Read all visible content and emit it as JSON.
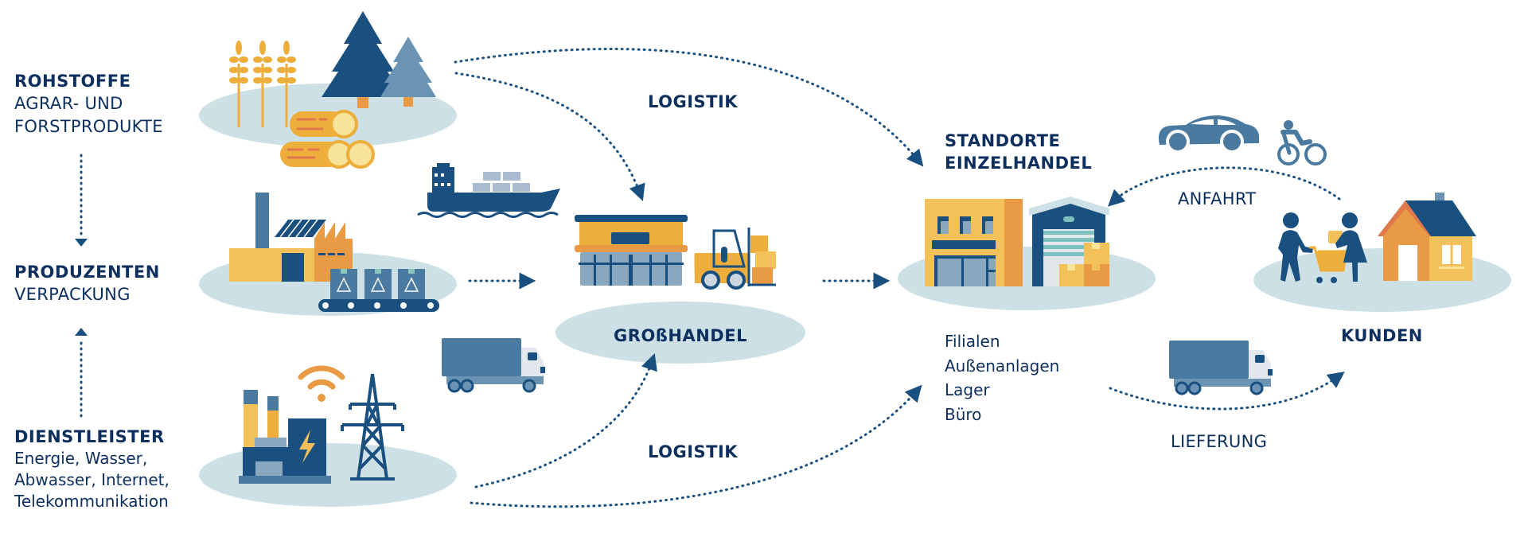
{
  "colors": {
    "navy": "#1a5080",
    "text": "#0d2f5e",
    "steel": "#4a7aa0",
    "light_steel": "#89a8c0",
    "ground": "#cde0e6",
    "yellow": "#f2c15a",
    "orange": "#e89a44",
    "gold": "#eeae3c"
  },
  "sources": {
    "raw": {
      "title": "ROHSTOFFE",
      "lines": [
        "AGRAR- UND",
        "FORSTPRODUKTE"
      ]
    },
    "producers": {
      "title": "PRODUZENTEN",
      "lines": [
        "VERPACKUNG"
      ]
    },
    "services": {
      "title": "DIENSTLEISTER",
      "lines": [
        "Energie, Wasser,",
        "Abwasser, Internet,",
        "Telekommunikation"
      ]
    }
  },
  "flows": {
    "logistics_top": "LOGISTIK",
    "logistics_bottom": "LOGISTIK",
    "arrival": "ANFAHRT",
    "delivery": "LIEFERUNG"
  },
  "wholesale": {
    "title": "GROßHANDEL"
  },
  "retail": {
    "title_lines": [
      "STANDORTE",
      "EINZELHANDEL"
    ],
    "locations": [
      "Filialen",
      "Außenanlagen",
      "Lager",
      "Büro"
    ]
  },
  "customers": {
    "title": "KUNDEN"
  }
}
